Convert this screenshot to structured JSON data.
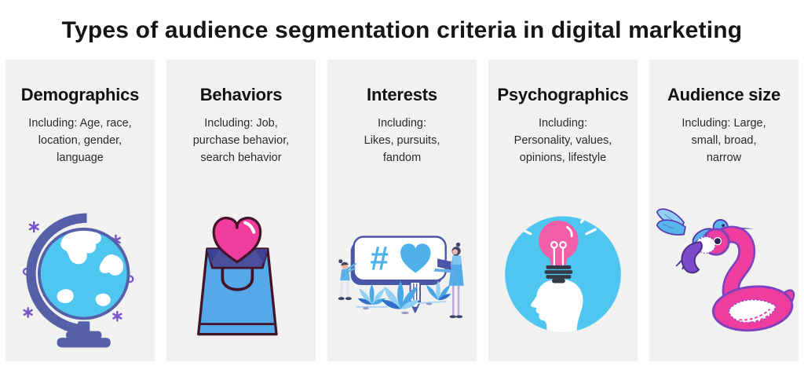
{
  "title": "Types of audience segmentation criteria in digital marketing",
  "cards": [
    {
      "heading": "Demographics",
      "description_lines": [
        "Including: Age, race,",
        "location, gender,",
        "language"
      ],
      "icon": "globe-icon"
    },
    {
      "heading": "Behaviors",
      "description_lines": [
        "Including: Job,",
        "purchase behavior,",
        "search behavior"
      ],
      "icon": "shopping-bag-heart-icon"
    },
    {
      "heading": "Interests",
      "description_lines": [
        "Including:",
        "Likes, pursuits,",
        "fandom"
      ],
      "icon": "social-post-likes-icon"
    },
    {
      "heading": "Psychographics",
      "description_lines": [
        "Including:",
        "Personality, values,",
        "opinions, lifestyle"
      ],
      "icon": "head-lightbulb-icon"
    },
    {
      "heading": "Audience size",
      "description_lines": [
        "Including: Large,",
        "small, broad,",
        "narrow"
      ],
      "icon": "hummingbird-flamingo-icon"
    }
  ],
  "colors": {
    "page_background": "#ffffff",
    "card_background": "#f1f1ef",
    "text": "#161616",
    "blue": "#55a9e8",
    "light_blue": "#4ec6f0",
    "pale_blue": "#8fd0f4",
    "pink": "#ee3d9f",
    "indigo": "#4a55a8",
    "slate_indigo": "#5560a8",
    "purple": "#7a4ac8",
    "maroon_outline": "#451327",
    "dark_navy": "#2a2150",
    "bulb_base_gray": "#343947"
  }
}
